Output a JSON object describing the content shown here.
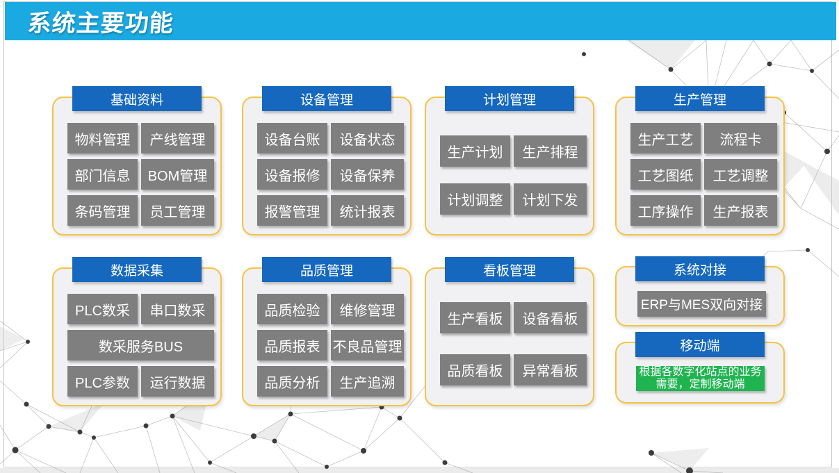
{
  "slide": {
    "title": "系统主要功能"
  },
  "colors": {
    "header_bar": "#1AA9E0",
    "tab_blue": "#1568BE",
    "module_gray": "#7F7F7F",
    "panel_border_yellow": "#F5C344",
    "panel_fill": "#F1F1F3",
    "mobile_green": "#1FB450",
    "text_white": "#FFFFFF"
  },
  "panels": [
    {
      "id": "basic-data",
      "title": "基础资料",
      "items": [
        "物料管理",
        "产线管理",
        "部门信息",
        "BOM管理",
        "条码管理",
        "员工管理"
      ]
    },
    {
      "id": "equipment",
      "title": "设备管理",
      "items": [
        "设备台账",
        "设备状态",
        "设备报修",
        "设备保养",
        "报警管理",
        "统计报表"
      ]
    },
    {
      "id": "plan",
      "title": "计划管理",
      "items": [
        "生产计划",
        "生产排程",
        "计划调整",
        "计划下发"
      ]
    },
    {
      "id": "production",
      "title": "生产管理",
      "items": [
        "生产工艺",
        "流程卡",
        "工艺图纸",
        "工艺调整",
        "工序操作",
        "生产报表"
      ]
    },
    {
      "id": "data-collection",
      "title": "数据采集",
      "items": [
        "PLC数采",
        "串口数采",
        "数采服务BUS",
        "PLC参数",
        "运行数据"
      ]
    },
    {
      "id": "quality",
      "title": "品质管理",
      "items": [
        "品质检验",
        "维修管理",
        "品质报表",
        "不良品管理",
        "品质分析",
        "生产追溯"
      ]
    },
    {
      "id": "kanban",
      "title": "看板管理",
      "items": [
        "生产看板",
        "设备看板",
        "品质看板",
        "异常看板"
      ]
    },
    {
      "id": "integration",
      "title": "系统对接",
      "items": [
        "ERP与MES双向对接"
      ]
    },
    {
      "id": "mobile",
      "title": "移动端",
      "note_lines": [
        "根据各数字化站点的业务",
        "需要，定制移动端"
      ]
    }
  ]
}
